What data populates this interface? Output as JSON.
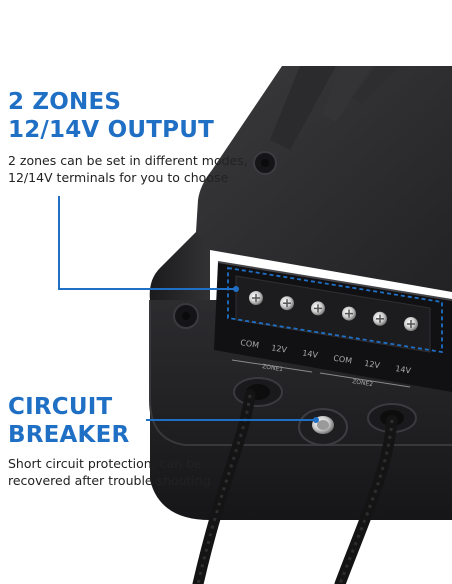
{
  "zones_callout": {
    "title_line1": "2 ZONES",
    "title_line2": "12/14V OUTPUT",
    "desc_line1": "2 zones can be set in different modes,",
    "desc_line2": "12/14V terminals for you to choose"
  },
  "breaker_callout": {
    "title_line1": "CIRCUIT",
    "title_line2": "BREAKER",
    "desc_line1": "Short circuit protection, can be",
    "desc_line2": "recovered after trouble shooting"
  },
  "terminal_labels": {
    "zone1": [
      "COM",
      "12V",
      "14V"
    ],
    "zone1_name": "ZONE1",
    "zone2": [
      "COM",
      "12V",
      "14V"
    ],
    "zone2_name": "ZONE2"
  },
  "colors": {
    "accent": "#1f6fc5",
    "housing": "#2a2a2c",
    "text": "#222222"
  }
}
